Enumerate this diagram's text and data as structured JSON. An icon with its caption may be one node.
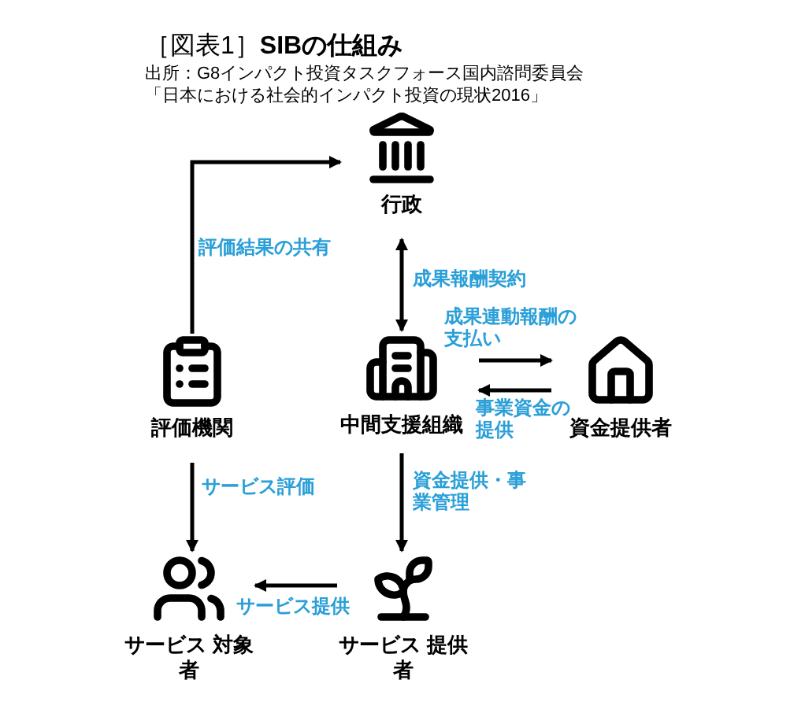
{
  "diagram": {
    "title": "［図表1］**SIBの仕組み**",
    "nodes": [
      {
        "text": [
          "行政"
        ]
      },
      {
        "text": [
          "評価機関"
        ]
      },
      {
        "text": [
          "中間支援組織"
        ]
      },
      {
        "text": [
          "資金提供者"
        ]
      },
      {
        "text": [
          "サービス 対象者"
        ]
      },
      {
        "text": [
          "サービス 提供者"
        ]
      }
    ],
    "edges": [
      {
        "from": 1,
        "to": 0,
        "arrow": "to",
        "label": "評価結果の共有"
      },
      {
        "from": 0,
        "to": 2,
        "arrow": "both",
        "label": "成果報酬契約"
      },
      {
        "from": 2,
        "to": 3,
        "arrow": "to",
        "label": "成果連動報酬の支払い"
      },
      {
        "from": 3,
        "to": 2,
        "arrow": "to",
        "label": "事業資金の提供"
      },
      {
        "from": 1,
        "to": 4,
        "arrow": "to",
        "label": "サービス評価"
      },
      {
        "from": 2,
        "to": 5,
        "arrow": "to",
        "label": "資金提供・事業管理"
      },
      {
        "from": 5,
        "to": 4,
        "arrow": "to",
        "label": "サービス提供"
      }
    ],
    "labels": [
      "出所：G8インパクト投資タスクフォース国内諮問委員会",
      "「日本における社会的インパクト投資の現状2016」"
    ]
  }
}
